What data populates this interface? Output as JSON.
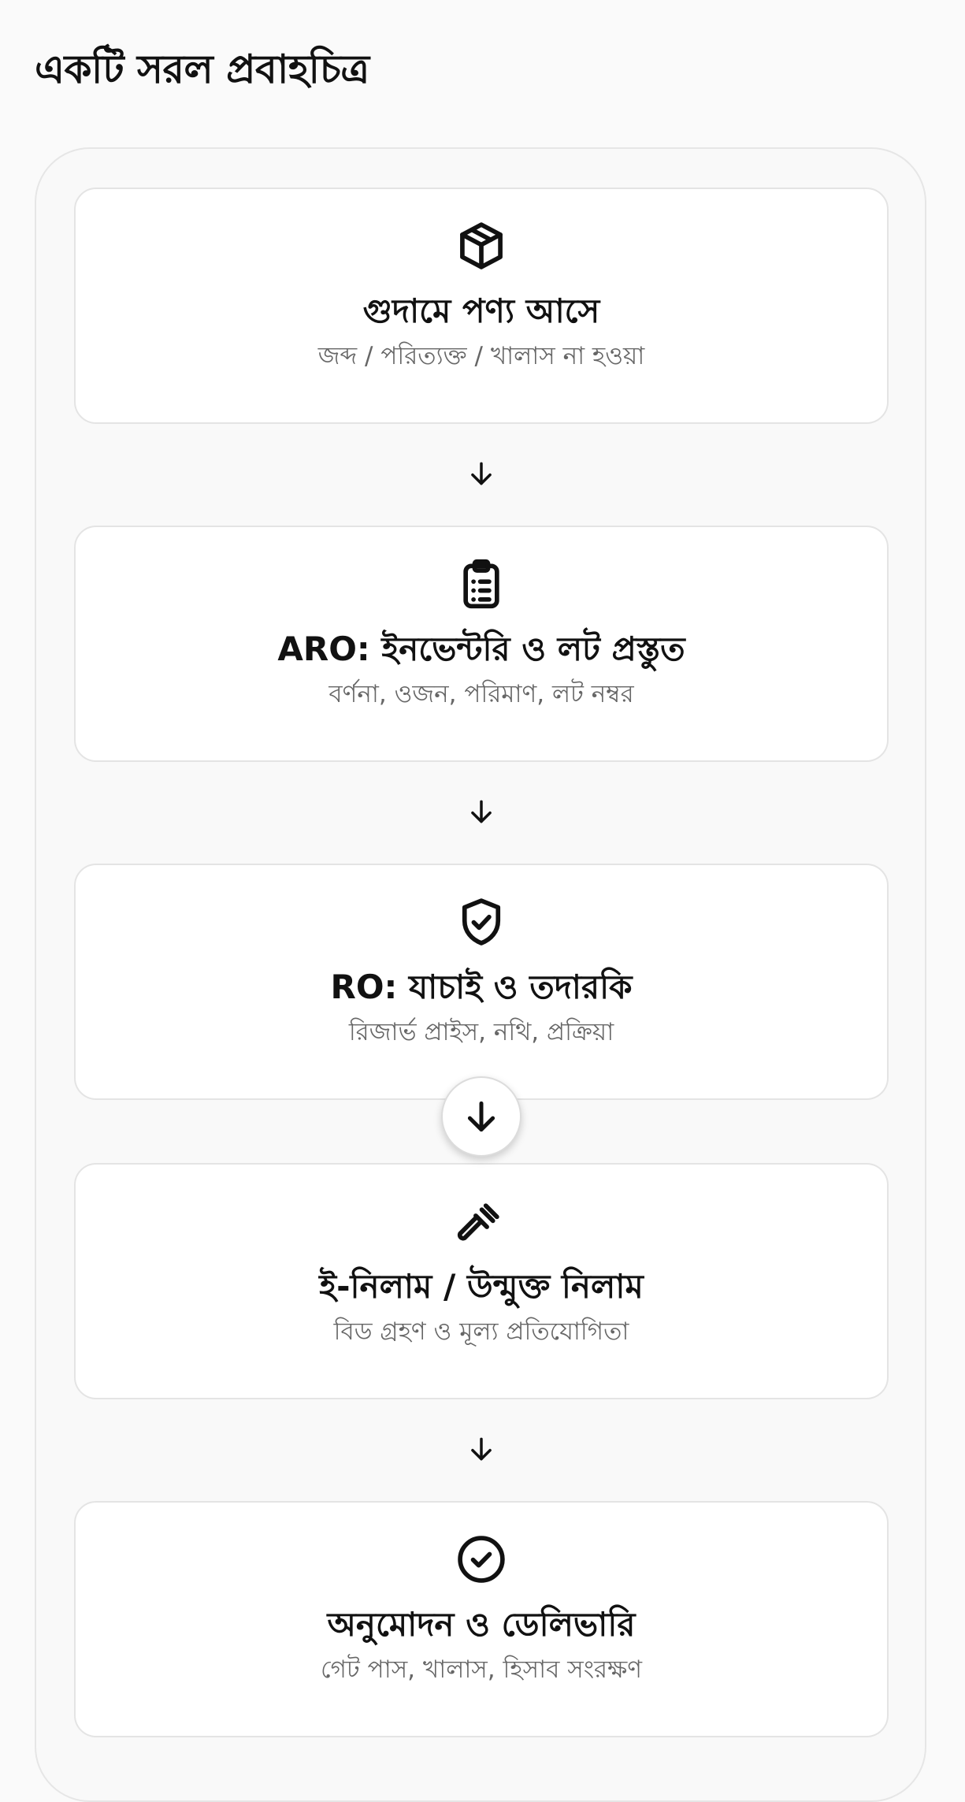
{
  "page": {
    "title": "একটি সরল প্রবাহচিত্র"
  },
  "steps": [
    {
      "icon": "package-icon",
      "title": "গুদামে পণ্য আসে",
      "subtitle": "জব্দ / পরিত্যক্ত / খালাস না হওয়া"
    },
    {
      "icon": "clipboard-list-icon",
      "title": "ARO: ইনভেন্টরি ও লট প্রস্তুত",
      "subtitle": "বর্ণনা, ওজন, পরিমাণ, লট নম্বর"
    },
    {
      "icon": "shield-check-icon",
      "title": "RO: যাচাই ও তদারকি",
      "subtitle": "রিজার্ভ প্রাইস, নথি, প্রক্রিয়া"
    },
    {
      "icon": "gavel-icon",
      "title": "ই-নিলাম / উন্মুক্ত নিলাম",
      "subtitle": "বিড গ্রহণ ও মূল্য প্রতিযোগিতা"
    },
    {
      "icon": "check-circle-icon",
      "title": "অনুমোদন ও ডেলিভারি",
      "subtitle": "গেট পাস, খালাস, হিসাব সংরক্ষণ"
    }
  ],
  "connectors": [
    {
      "icon": "arrow-down-icon"
    },
    {
      "icon": "arrow-down-icon"
    },
    {
      "icon": "arrow-down-icon",
      "style": "badge"
    },
    {
      "icon": "arrow-down-icon"
    }
  ]
}
